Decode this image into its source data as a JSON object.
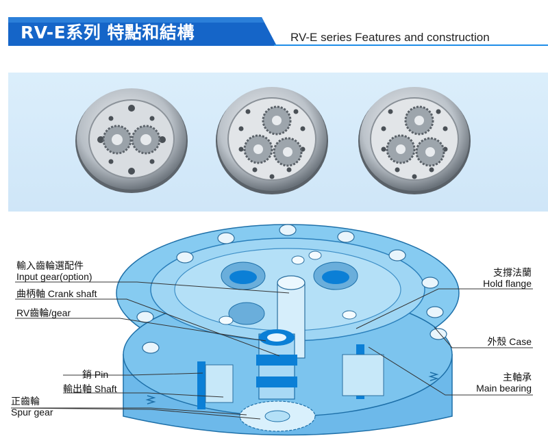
{
  "header": {
    "title": "RV-E系列 特點和結構",
    "subtitle": "RV-E series Features and construction"
  },
  "colors": {
    "banner": "#1565c8",
    "accent": "#1d8de8",
    "strip": "#d6ebfa",
    "housing": "#7fc6ef",
    "housing_dark": "#4aa3dc",
    "bearing": "#0b7fd6"
  },
  "photos": [
    {
      "name": "two-crank-reducer"
    },
    {
      "name": "three-crank-reducer"
    },
    {
      "name": "three-crank-reducer-alt"
    }
  ],
  "labels": {
    "input_gear_cn": "輸入齒輪選配件",
    "input_gear_en": "Input gear(option)",
    "crank_shaft": "曲柄軸 Crank shaft",
    "rv_gear": "RV齒輪/gear",
    "pin_cn": "銷 Pin",
    "shaft": "輸出軸 Shaft",
    "spur_gear_cn": "正齒輪",
    "spur_gear_en": "Spur gear",
    "hold_flange_cn": "支撐法蘭",
    "hold_flange_en": "Hold flange",
    "case": "外殼 Case",
    "main_bearing_cn": "主軸承",
    "main_bearing_en": "Main bearing"
  }
}
